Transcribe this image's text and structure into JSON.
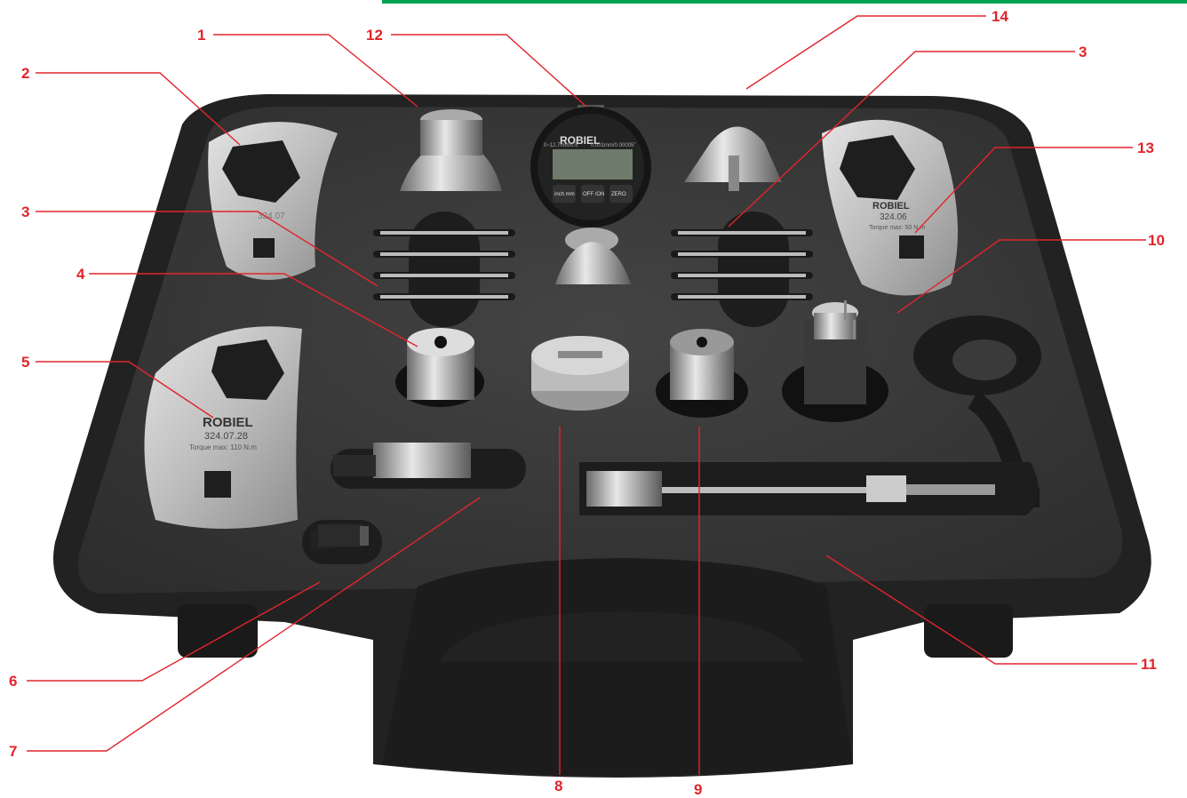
{
  "colors": {
    "accent_bar": "#00a34f",
    "callout": "#e0252b",
    "case_body": "#262626",
    "foam": "#3a3a3a",
    "steel": "#c9c9c9"
  },
  "photo_text": {
    "brand": "ROBIEL",
    "plate_left_bottom_code": "324.07.28",
    "plate_left_bottom_torque": "Torque max: 110 N.m",
    "plate_right_code": "324.06",
    "plate_right_torque": "Torque max: 50 N.m",
    "plate_left_top_code": "324.07",
    "gauge_range": "0~12.7mm/0.5\"",
    "gauge_resolution": "0.001mm/0.00005\"",
    "gauge_btn_unit": "inch mm",
    "gauge_btn_power": "OFF /ON",
    "gauge_btn_zero": "ZERO"
  },
  "callouts": [
    {
      "id": "1",
      "label": "1"
    },
    {
      "id": "2",
      "label": "2"
    },
    {
      "id": "3a",
      "label": "3"
    },
    {
      "id": "3b",
      "label": "3"
    },
    {
      "id": "4",
      "label": "4"
    },
    {
      "id": "5",
      "label": "5"
    },
    {
      "id": "6",
      "label": "6"
    },
    {
      "id": "7",
      "label": "7"
    },
    {
      "id": "8",
      "label": "8"
    },
    {
      "id": "9",
      "label": "9"
    },
    {
      "id": "10",
      "label": "10"
    },
    {
      "id": "11",
      "label": "11"
    },
    {
      "id": "12",
      "label": "12"
    },
    {
      "id": "13",
      "label": "13"
    },
    {
      "id": "14",
      "label": "14"
    }
  ]
}
